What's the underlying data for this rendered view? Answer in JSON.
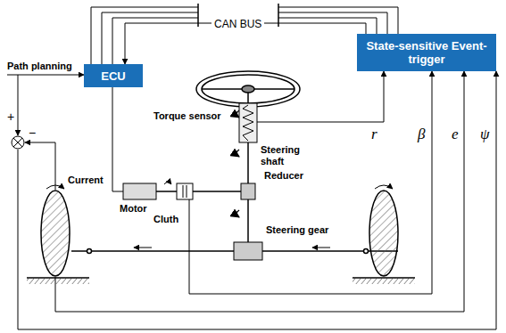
{
  "diagram": {
    "nodes": [
      {
        "text": [
          "ECU"
        ]
      },
      {
        "text": [
          "State-sensitive Event-trigger"
        ]
      }
    ],
    "edges": [
      {
        "from": 1,
        "to": 0,
        "arrow": "to",
        "label": "CAN BUS"
      }
    ],
    "labels": [
      "Path planning",
      "+",
      "−",
      "Torque sensor",
      "Steering shaft",
      "Reducer",
      "Steering gear",
      "Current",
      "Motor",
      "Cluth",
      "r",
      "β",
      "e",
      "ψ"
    ]
  }
}
